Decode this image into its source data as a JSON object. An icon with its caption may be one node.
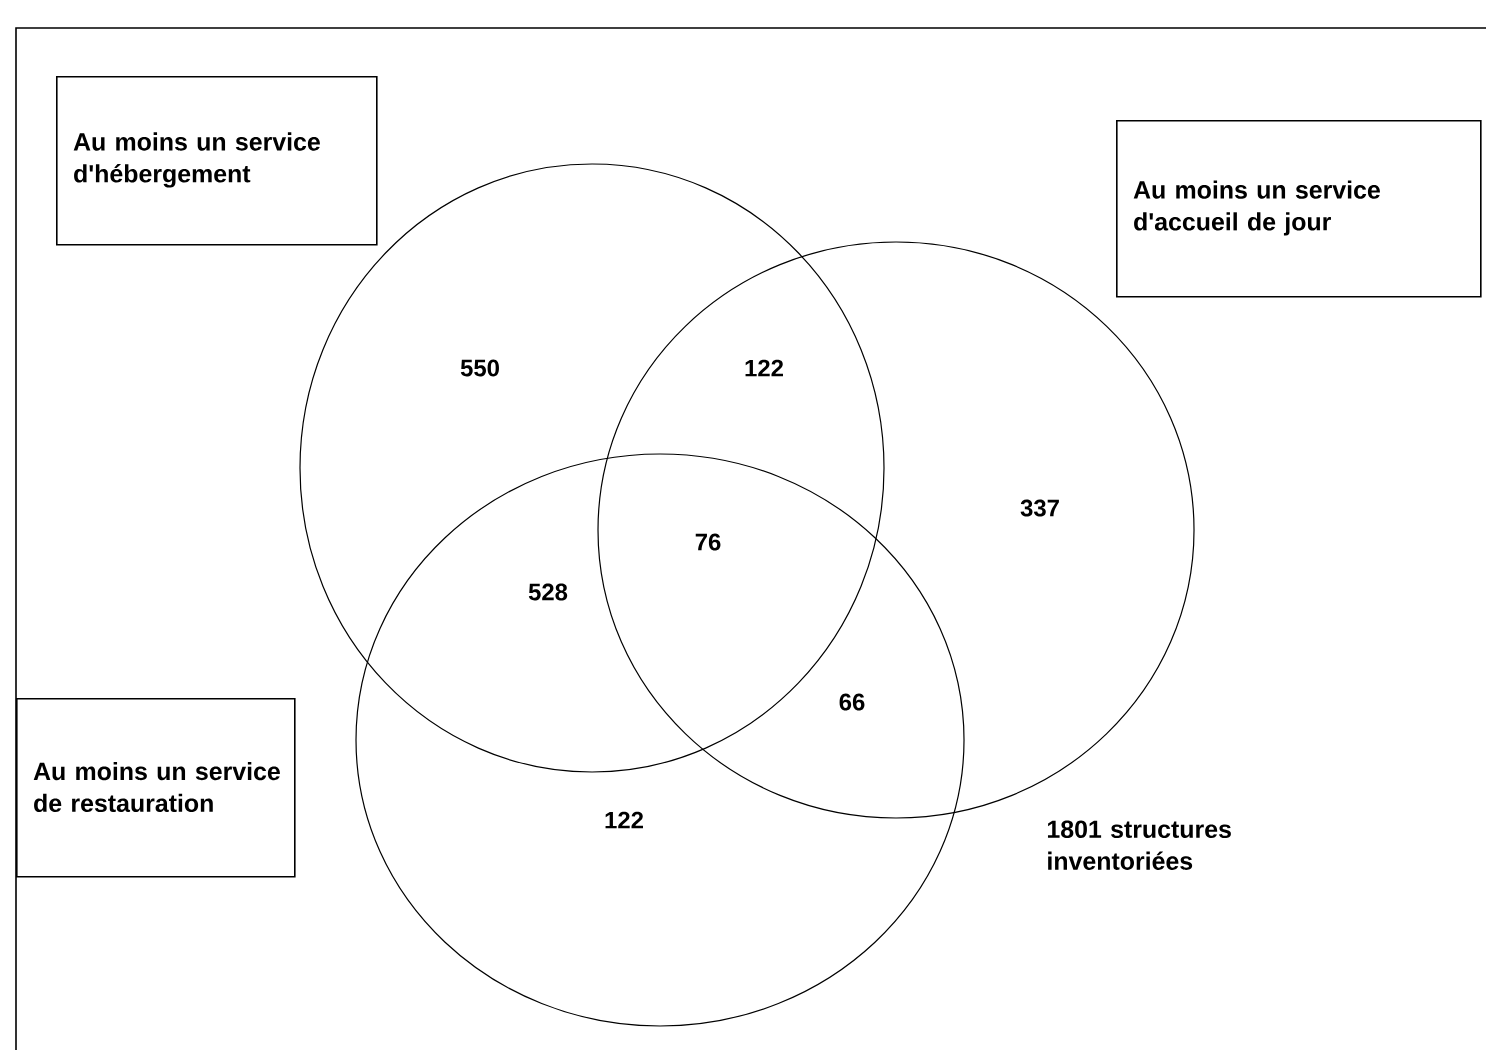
{
  "diagram": {
    "nodes": [
      {
        "text": [
          "Au moins un service d'hébergement"
        ]
      },
      {
        "text": [
          "Au moins un service d'accueil de jour"
        ]
      },
      {
        "text": [
          "Au moins un service de restauration"
        ]
      }
    ],
    "labels": [
      "550",
      "122",
      "337",
      "528",
      "76",
      "66",
      "122",
      "1801 structures inventoriées"
    ]
  }
}
